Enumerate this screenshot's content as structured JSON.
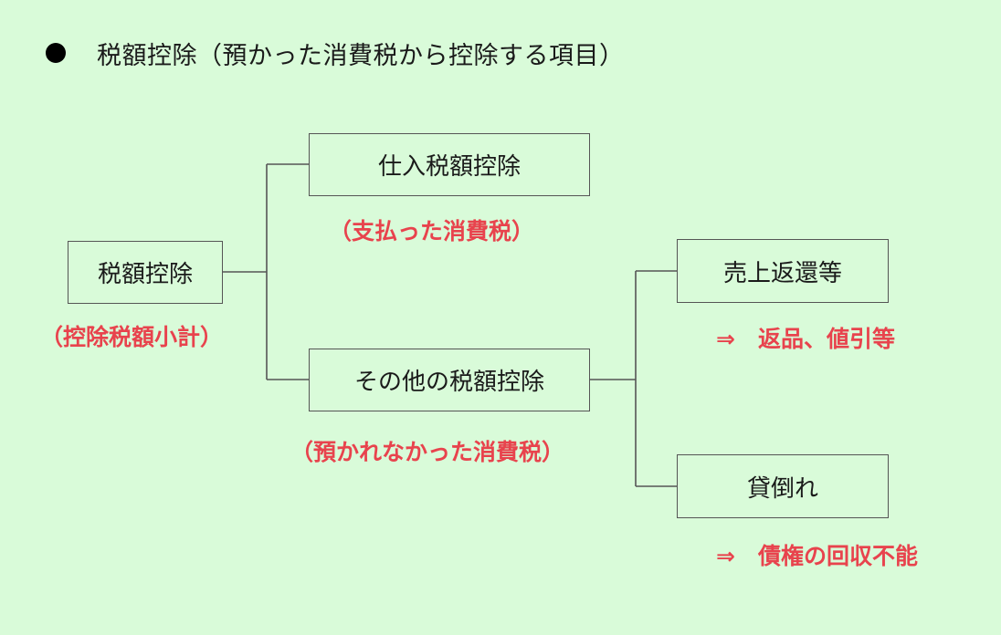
{
  "heading": {
    "bullet": "●",
    "text": "税額控除（預かった消費税から控除する項目）"
  },
  "nodes": {
    "root": {
      "label": "税額控除",
      "note": "（控除税額小計）"
    },
    "purchase": {
      "label": "仕入税額控除",
      "note": "（支払った消費税）"
    },
    "other": {
      "label": "その他の税額控除",
      "note": "（預かれなかった消費税）"
    },
    "returns": {
      "label": "売上返還等",
      "note": "⇒　返品、値引等"
    },
    "baddebt": {
      "label": "貸倒れ",
      "note": "⇒　債権の回収不能"
    }
  },
  "colors": {
    "background": "#d9fbd9",
    "note": "#e8434d",
    "line": "#555555"
  }
}
